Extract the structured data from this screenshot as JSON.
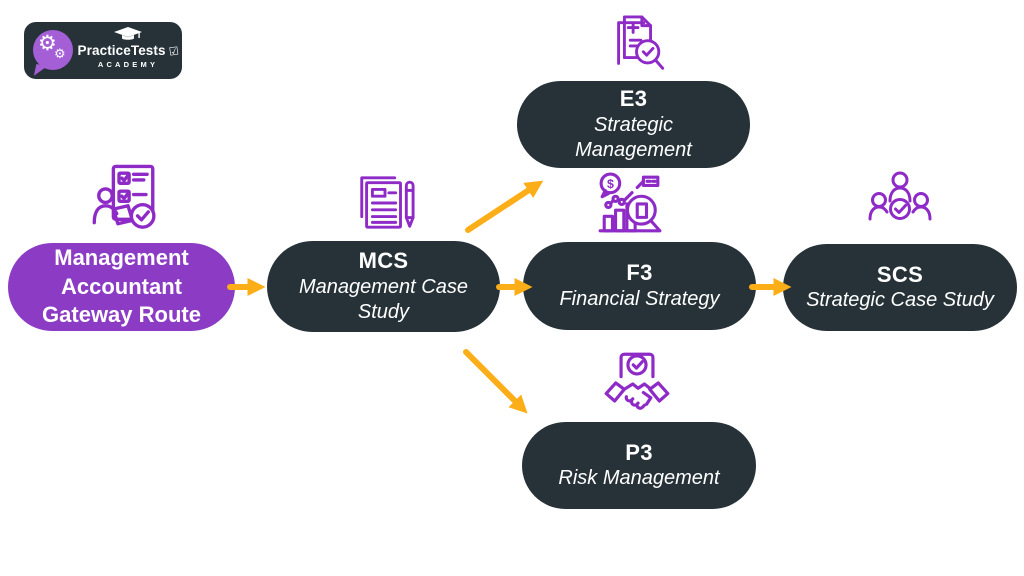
{
  "logo": {
    "brand": "PracticeTests",
    "tagline": "ACADEMY",
    "check_glyph": "☑",
    "gear_glyph_large": "⚙",
    "gear_glyph_small": "⚙"
  },
  "colors": {
    "dark": "#263238",
    "purple": "#8C3BC5",
    "bubble": "#A55FD6",
    "icon": "#8E2BC7",
    "arrow": "#FBAE17",
    "text": "#FFFFFF"
  },
  "diagram": {
    "nodes": [
      {
        "id": "gateway",
        "label": "Management\nAccountant\nGateway Route",
        "icon": "person-checklist-icon"
      },
      {
        "id": "mcs",
        "code": "MCS",
        "name": "Management Case\nStudy",
        "icon": "document-pencil-icon"
      },
      {
        "id": "e3",
        "code": "E3",
        "name": "Strategic\nManagement",
        "icon": "report-review-icon"
      },
      {
        "id": "f3",
        "code": "F3",
        "name": "Financial Strategy",
        "icon": "financial-analysis-icon"
      },
      {
        "id": "scs",
        "code": "SCS",
        "name": "Strategic Case Study",
        "icon": "team-check-icon"
      },
      {
        "id": "p3",
        "code": "P3",
        "name": "Risk Management",
        "icon": "handshake-check-icon"
      }
    ],
    "connections": [
      {
        "from": "gateway",
        "to": "mcs"
      },
      {
        "from": "mcs",
        "to": "e3"
      },
      {
        "from": "mcs",
        "to": "f3"
      },
      {
        "from": "mcs",
        "to": "p3"
      },
      {
        "from": "f3",
        "to": "scs"
      }
    ]
  }
}
